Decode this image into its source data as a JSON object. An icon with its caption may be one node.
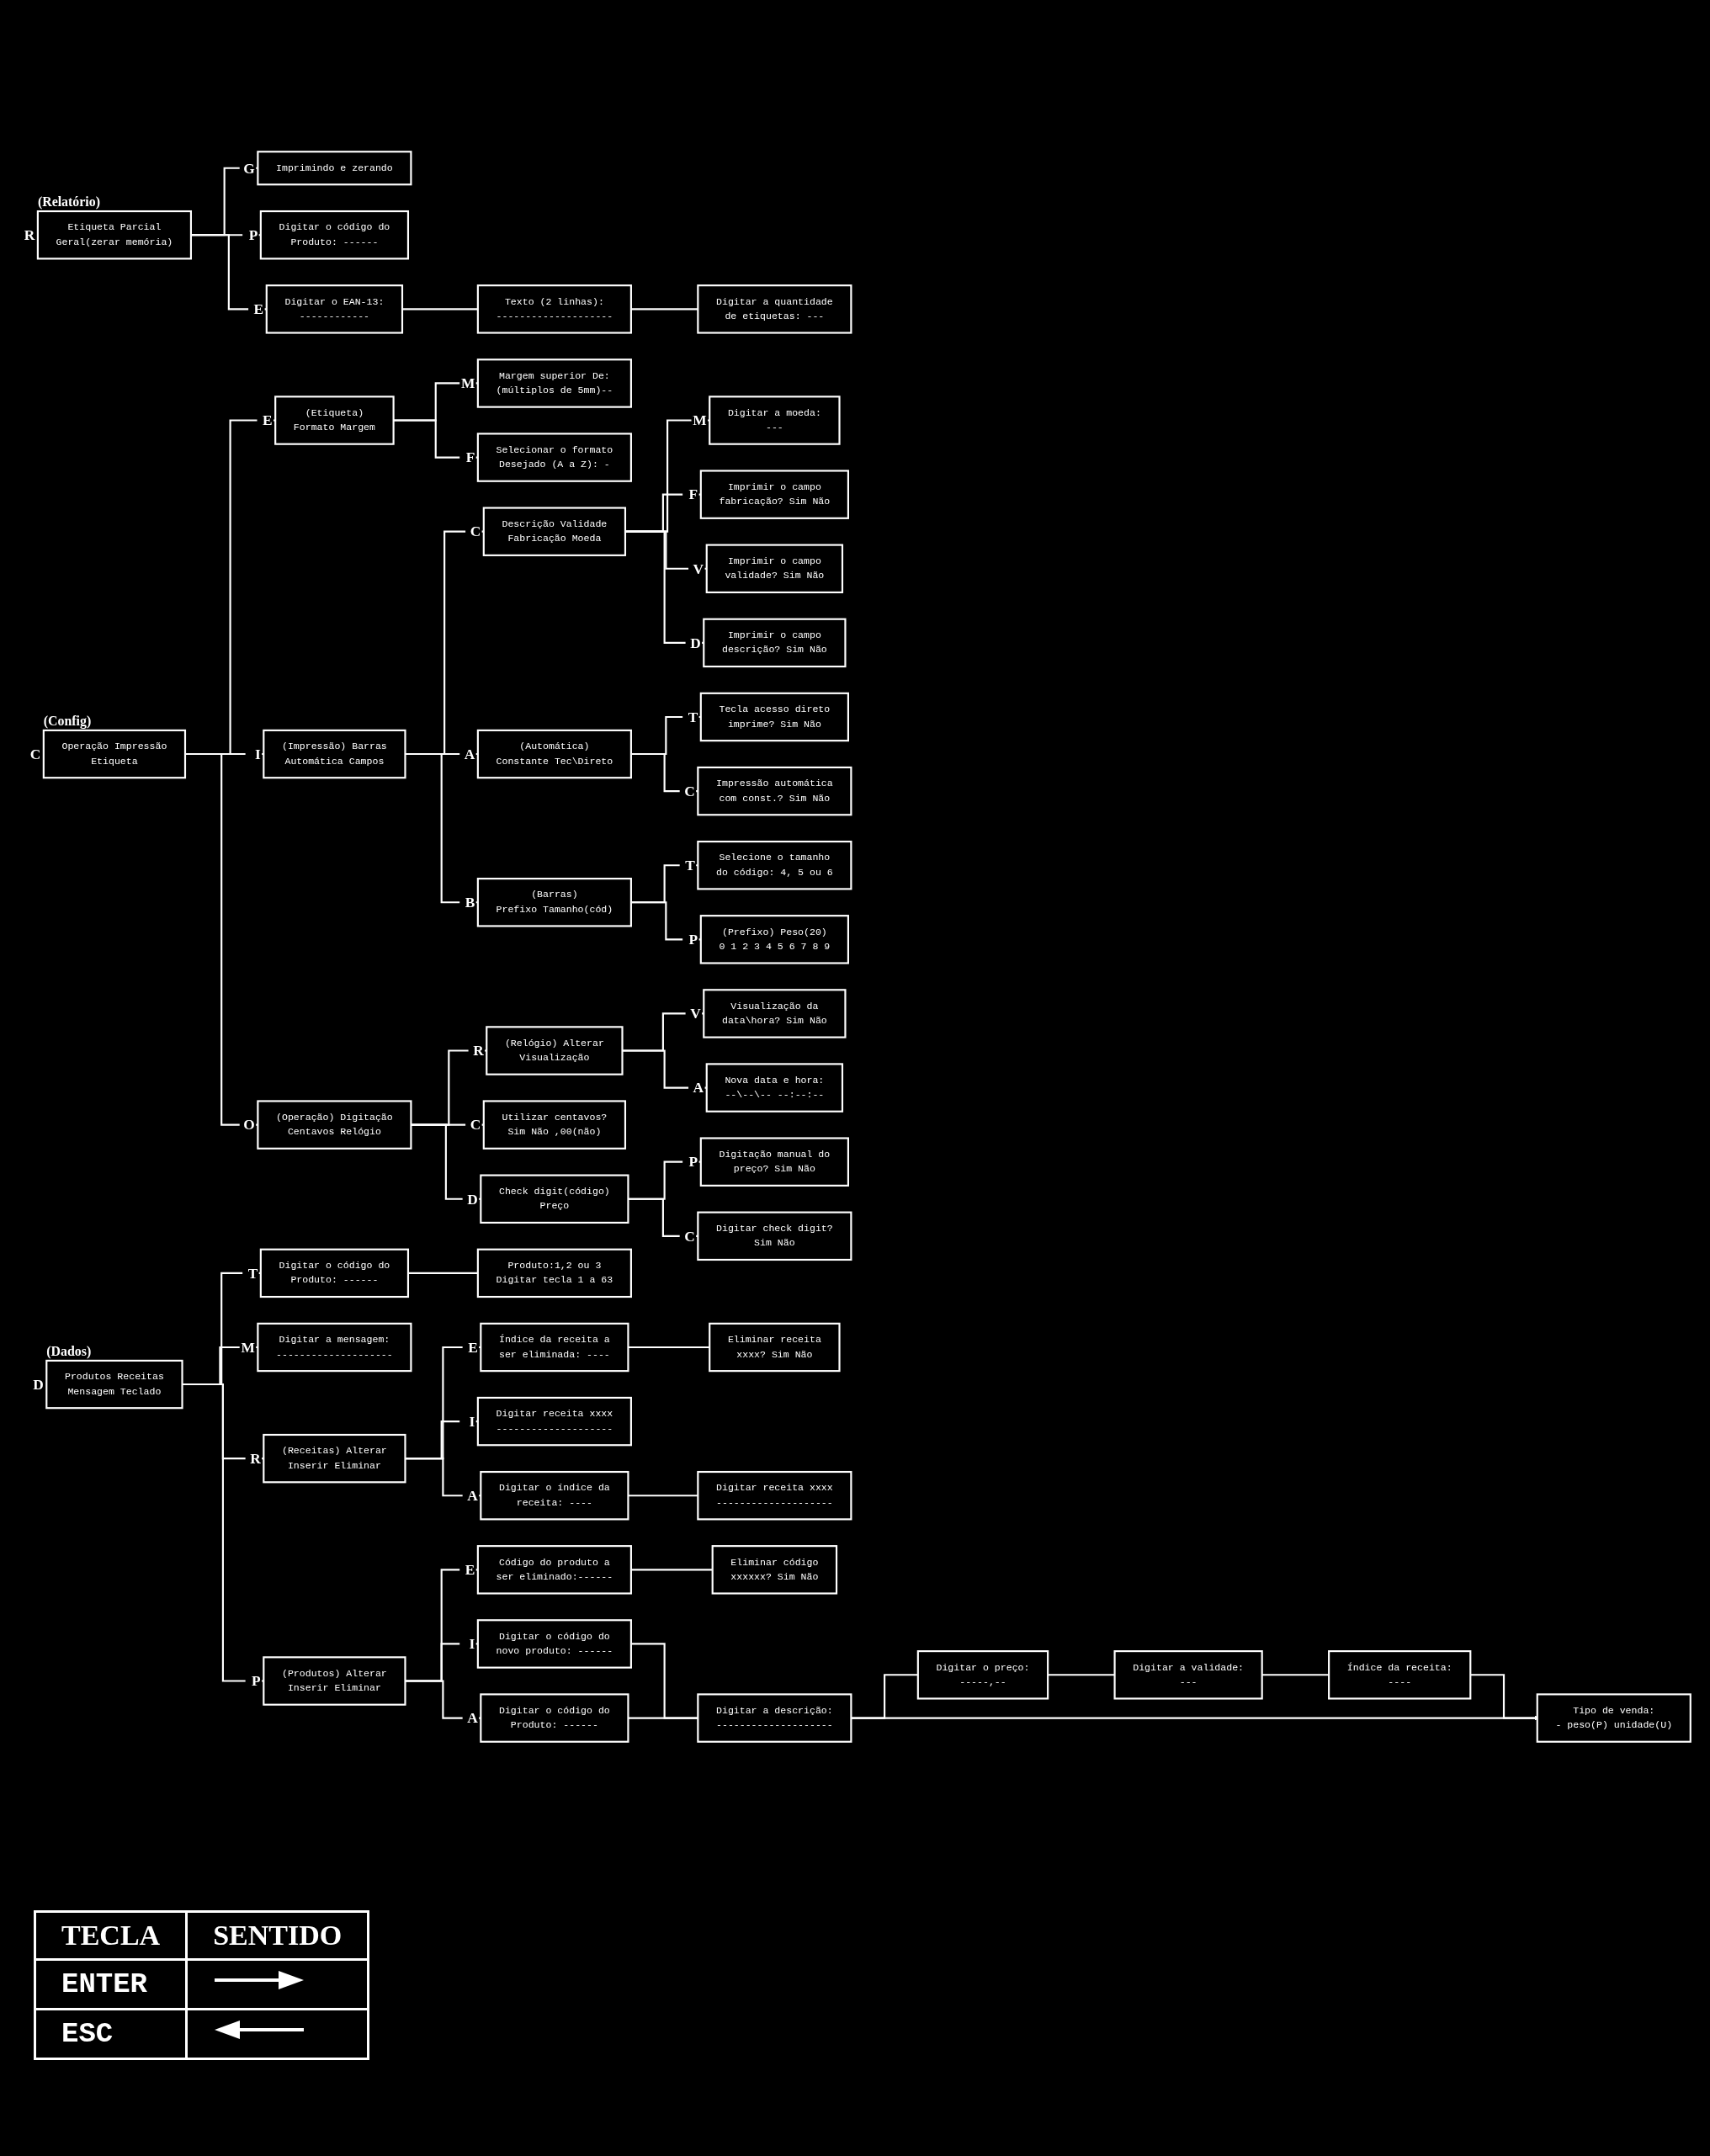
{
  "diagram": {
    "nodes": [
      {
        "text": [
          "Etiqueta Parcial",
          "Geral(zerar memória)"
        ],
        "beside": [
          "R",
          "(Relatório)"
        ]
      },
      {
        "text": [
          "Imprimindo e zerando"
        ],
        "beside": [
          "G"
        ]
      },
      {
        "text": [
          "Digitar o código do",
          "Produto: ------"
        ],
        "beside": [
          "P"
        ]
      },
      {
        "text": [
          "Digitar o EAN-13:",
          "------------"
        ],
        "beside": [
          "E"
        ]
      },
      {
        "text": [
          "Texto (2 linhas):",
          "--------------------"
        ]
      },
      {
        "text": [
          "Digitar a quantidade",
          "de etiquetas: ---"
        ]
      },
      {
        "text": [
          "Operação Impressão",
          "Etiqueta"
        ],
        "beside": [
          "C",
          "(Config)"
        ]
      },
      {
        "text": [
          "(Etiqueta)",
          "Formato Margem"
        ],
        "beside": [
          "E"
        ]
      },
      {
        "text": [
          "Margem superior De:",
          "(múltiplos de 5mm)--"
        ],
        "beside": [
          "M"
        ]
      },
      {
        "text": [
          "Selecionar o formato",
          "Desejado (A a Z): -"
        ],
        "beside": [
          "F"
        ]
      },
      {
        "text": [
          "Descrição Validade",
          "Fabricação Moeda"
        ],
        "beside": [
          "C"
        ]
      },
      {
        "text": [
          "Digitar a moeda:",
          "---"
        ],
        "beside": [
          "M"
        ]
      },
      {
        "text": [
          "Imprimir o campo",
          "fabricação? Sim Não"
        ],
        "beside": [
          "F"
        ]
      },
      {
        "text": [
          "Imprimir o campo",
          "validade? Sim Não"
        ],
        "beside": [
          "V"
        ]
      },
      {
        "text": [
          "Imprimir o campo",
          "descrição? Sim Não"
        ],
        "beside": [
          "D"
        ]
      },
      {
        "text": [
          "(Impressão) Barras",
          "Automática Campos"
        ],
        "beside": [
          "I"
        ]
      },
      {
        "text": [
          "(Automática)",
          "Constante Tec\\Direto"
        ],
        "beside": [
          "A"
        ]
      },
      {
        "text": [
          "Tecla acesso direto",
          "imprime? Sim Não"
        ],
        "beside": [
          "T"
        ]
      },
      {
        "text": [
          "Impressão automática",
          "com const.? Sim Não"
        ],
        "beside": [
          "C"
        ]
      },
      {
        "text": [
          "(Barras)",
          "Prefixo Tamanho(cód)"
        ],
        "beside": [
          "B"
        ]
      },
      {
        "text": [
          "Selecione o tamanho",
          "do código: 4, 5 ou 6"
        ],
        "beside": [
          "T"
        ]
      },
      {
        "text": [
          "(Prefixo) Peso(20)",
          "0 1 2 3 4 5 6 7 8 9"
        ],
        "beside": [
          "P"
        ]
      },
      {
        "text": [
          "(Operação) Digitação",
          "Centavos Relógio"
        ],
        "beside": [
          "O"
        ]
      },
      {
        "text": [
          "(Relógio) Alterar",
          "Visualização"
        ],
        "beside": [
          "R"
        ]
      },
      {
        "text": [
          "Visualização da",
          "data\\hora? Sim Não"
        ],
        "beside": [
          "V"
        ]
      },
      {
        "text": [
          "Nova data e hora:",
          "--\\--\\-- --:--:--"
        ],
        "beside": [
          "A"
        ]
      },
      {
        "text": [
          "Utilizar centavos?",
          "Sim Não ,00(não)"
        ],
        "beside": [
          "C"
        ]
      },
      {
        "text": [
          "Check digit(código)",
          "Preço"
        ],
        "beside": [
          "D"
        ]
      },
      {
        "text": [
          "Digitação manual do",
          "preço? Sim Não"
        ],
        "beside": [
          "P"
        ]
      },
      {
        "text": [
          "Digitar check digit?",
          "Sim Não"
        ],
        "beside": [
          "C"
        ]
      },
      {
        "text": [
          "Digitar o código do",
          "Produto: ------"
        ],
        "beside": [
          "T"
        ]
      },
      {
        "text": [
          "Produto:1,2 ou 3",
          "Digitar tecla 1 a 63"
        ]
      },
      {
        "text": [
          "Digitar a mensagem:",
          "--------------------"
        ],
        "beside": [
          "M"
        ]
      },
      {
        "text": [
          "(Receitas) Alterar",
          "Inserir Eliminar"
        ],
        "beside": [
          "R"
        ]
      },
      {
        "text": [
          "Índice da receita a",
          "ser eliminada: ----"
        ],
        "beside": [
          "E"
        ]
      },
      {
        "text": [
          "Eliminar receita",
          "xxxx? Sim Não"
        ]
      },
      {
        "text": [
          "Digitar receita xxxx",
          "--------------------"
        ],
        "beside": [
          "I"
        ]
      },
      {
        "text": [
          "Digitar o índice da",
          "receita: ----"
        ],
        "beside": [
          "A"
        ]
      },
      {
        "text": [
          "Digitar receita xxxx",
          "--------------------"
        ]
      },
      {
        "text": [
          "Código do produto a",
          "ser eliminado:------"
        ],
        "beside": [
          "E"
        ]
      },
      {
        "text": [
          "Eliminar código",
          "xxxxxx? Sim Não"
        ]
      },
      {
        "text": [
          "(Produtos) Alterar",
          "Inserir Eliminar"
        ],
        "beside": [
          "P"
        ]
      },
      {
        "text": [
          "Digitar o código do",
          "novo produto: ------"
        ],
        "beside": [
          "I"
        ]
      },
      {
        "text": [
          "Digitar o código do",
          "Produto: ------"
        ],
        "beside": [
          "A"
        ]
      },
      {
        "text": [
          "Tipo de venda:",
          "- peso(P) unidade(U)"
        ]
      },
      {
        "text": [
          "Índice da receita:",
          "----"
        ]
      },
      {
        "text": [
          "Digitar a validade:",
          "---"
        ]
      },
      {
        "text": [
          "Digitar o preço:",
          "-----,--"
        ]
      },
      {
        "text": [
          "Digitar a descrição:",
          "--------------------"
        ]
      },
      {
        "text": [
          "Produtos Receitas",
          "Mensagem Teclado"
        ],
        "beside": [
          "D",
          "(Dados)"
        ]
      }
    ],
    "edges": [
      {
        "from": 0,
        "to": 1,
        "arrow": "none"
      },
      {
        "from": 0,
        "to": 2,
        "arrow": "none"
      },
      {
        "from": 0,
        "to": 3,
        "arrow": "none"
      },
      {
        "from": 3,
        "to": 4,
        "arrow": "none"
      },
      {
        "from": 4,
        "to": 5,
        "arrow": "none"
      },
      {
        "from": 6,
        "to": 7,
        "arrow": "none"
      },
      {
        "from": 6,
        "to": 15,
        "arrow": "none"
      },
      {
        "from": 6,
        "to": 22,
        "arrow": "none"
      },
      {
        "from": 7,
        "to": 8,
        "arrow": "none"
      },
      {
        "from": 7,
        "to": 9,
        "arrow": "none"
      },
      {
        "from": 15,
        "to": 10,
        "arrow": "none"
      },
      {
        "from": 15,
        "to": 16,
        "arrow": "none"
      },
      {
        "from": 15,
        "to": 19,
        "arrow": "none"
      },
      {
        "from": 10,
        "to": 11,
        "arrow": "none"
      },
      {
        "from": 10,
        "to": 12,
        "arrow": "none"
      },
      {
        "from": 10,
        "to": 13,
        "arrow": "none"
      },
      {
        "from": 10,
        "to": 14,
        "arrow": "none"
      },
      {
        "from": 16,
        "to": 17,
        "arrow": "none"
      },
      {
        "from": 16,
        "to": 18,
        "arrow": "none"
      },
      {
        "from": 19,
        "to": 20,
        "arrow": "none"
      },
      {
        "from": 19,
        "to": 21,
        "arrow": "none"
      },
      {
        "from": 22,
        "to": 23,
        "arrow": "none"
      },
      {
        "from": 22,
        "to": 26,
        "arrow": "none"
      },
      {
        "from": 22,
        "to": 27,
        "arrow": "none"
      },
      {
        "from": 23,
        "to": 24,
        "arrow": "none"
      },
      {
        "from": 23,
        "to": 25,
        "arrow": "none"
      },
      {
        "from": 27,
        "to": 28,
        "arrow": "none"
      },
      {
        "from": 27,
        "to": 29,
        "arrow": "none"
      },
      {
        "from": 49,
        "to": 30,
        "arrow": "none"
      },
      {
        "from": 49,
        "to": 32,
        "arrow": "none"
      },
      {
        "from": 49,
        "to": 33,
        "arrow": "none"
      },
      {
        "from": 49,
        "to": 41,
        "arrow": "none"
      },
      {
        "from": 30,
        "to": 31,
        "arrow": "none"
      },
      {
        "from": 33,
        "to": 34,
        "arrow": "none"
      },
      {
        "from": 33,
        "to": 36,
        "arrow": "none"
      },
      {
        "from": 33,
        "to": 37,
        "arrow": "none"
      },
      {
        "from": 34,
        "to": 35,
        "arrow": "none"
      },
      {
        "from": 37,
        "to": 38,
        "arrow": "none"
      },
      {
        "from": 41,
        "to": 39,
        "arrow": "none"
      },
      {
        "from": 41,
        "to": 42,
        "arrow": "none"
      },
      {
        "from": 41,
        "to": 43,
        "arrow": "none"
      },
      {
        "from": 39,
        "to": 40,
        "arrow": "none"
      },
      {
        "from": 42,
        "to": 48,
        "arrow": "none"
      },
      {
        "from": 43,
        "to": 48,
        "arrow": "none"
      },
      {
        "from": 48,
        "to": 47,
        "arrow": "none"
      },
      {
        "from": 47,
        "to": 46,
        "arrow": "none"
      },
      {
        "from": 46,
        "to": 45,
        "arrow": "none"
      },
      {
        "from": 45,
        "to": 44,
        "arrow": "none"
      },
      {
        "from": 48,
        "to": 44,
        "arrow": "to"
      }
    ],
    "labels": [
      "TECLA",
      "SENTIDO"
    ],
    "legend": [
      {
        "text": "ENTER"
      },
      {
        "text": "ESC"
      }
    ]
  }
}
